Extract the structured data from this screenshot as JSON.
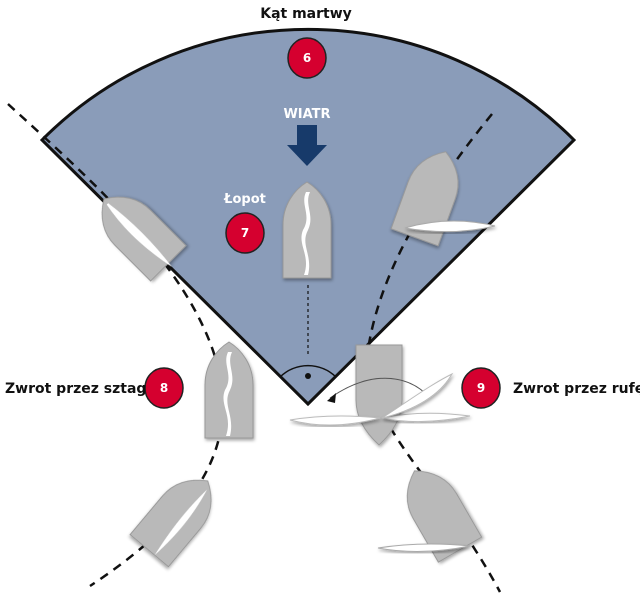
{
  "title": "Kąt martwy",
  "wind_label": "WIATR",
  "flap_label": "Łopot",
  "tack_label": "Zwrot przez sztag",
  "jibe_label": "Zwrot przez rufę",
  "markers": {
    "m6": "6",
    "m7": "7",
    "m8": "8",
    "m9": "9"
  },
  "colors": {
    "sector": "#8a9cb9",
    "marker": "#d5002f",
    "arrow": "#173a6a",
    "boat": "#b9b9b9"
  }
}
